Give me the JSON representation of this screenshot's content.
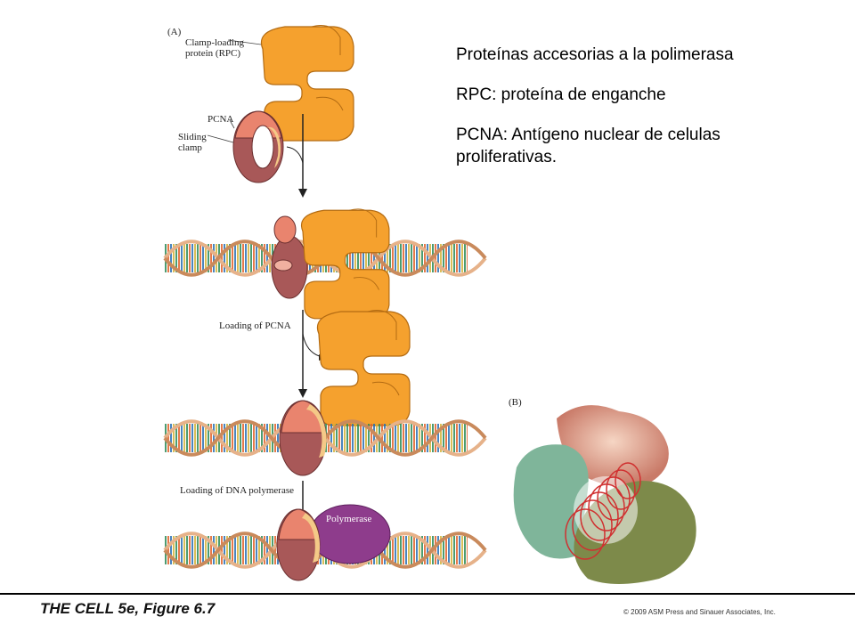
{
  "figure": {
    "panel_a_label": "(A)",
    "panel_b_label": "(B)",
    "clamp_loader_label_1": "Clamp-loading",
    "clamp_loader_label_2": "protein (RPC)",
    "pcna_label": "PCNA",
    "sliding_clamp_label_1": "Sliding",
    "sliding_clamp_label_2": "clamp",
    "loading_pcna_label": "Loading of PCNA",
    "loading_polymerase_label": "Loading of DNA polymerase",
    "polymerase_label": "Polymerase"
  },
  "notes": {
    "line1": "Proteínas accesorias a la polimerasa",
    "line2": "RPC: proteína de enganche",
    "line3a": "PCNA: Antígeno nuclear de celulas",
    "line3b": "proliferativas."
  },
  "footer": {
    "title": "THE CELL 5e, Figure 6.7",
    "copyright": "© 2009 ASM Press and Sinauer Associates, Inc."
  },
  "colors": {
    "rpc_orange": "#f5a12e",
    "pcna_salmon": "#e9846e",
    "pcna_dark": "#a85858",
    "pcna_light": "#f4c987",
    "polymerase_purple": "#8e3c8c",
    "dna_backbone": "#e6b28a"
  },
  "icons": {
    "arrow": "down-arrow-icon",
    "dna": "dna-helix-icon"
  }
}
